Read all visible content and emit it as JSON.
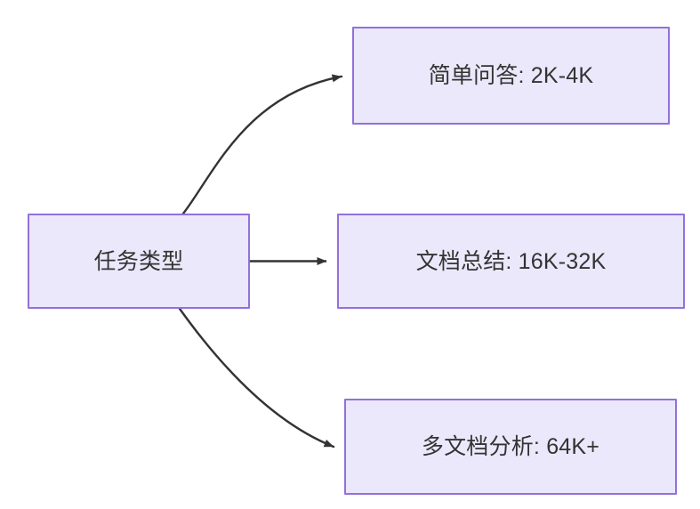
{
  "diagram": {
    "type": "flowchart",
    "direction": "left-to-right",
    "title": "",
    "colors": {
      "node_fill": "#ebe8fb",
      "node_border": "#9370db",
      "node_text": "#333333",
      "edge_stroke": "#333333",
      "background": "#ffffff"
    },
    "nodes": [
      {
        "id": "root",
        "label": "任务类型",
        "role": "source"
      },
      {
        "id": "simple-qa",
        "label": "简单问答: 2K-4K",
        "role": "target"
      },
      {
        "id": "doc-summary",
        "label": "文档总结: 16K-32K",
        "role": "target"
      },
      {
        "id": "multi-doc",
        "label": "多文档分析: 64K+",
        "role": "target"
      }
    ],
    "edges": [
      {
        "id": "edge-root-to-simple-qa",
        "from": "root",
        "to": "simple-qa",
        "label": "",
        "style": "curved-arrow"
      },
      {
        "id": "edge-root-to-doc-summary",
        "from": "root",
        "to": "doc-summary",
        "label": "",
        "style": "straight-arrow"
      },
      {
        "id": "edge-root-to-multi-doc",
        "from": "root",
        "to": "multi-doc",
        "label": "",
        "style": "curved-arrow"
      }
    ]
  }
}
